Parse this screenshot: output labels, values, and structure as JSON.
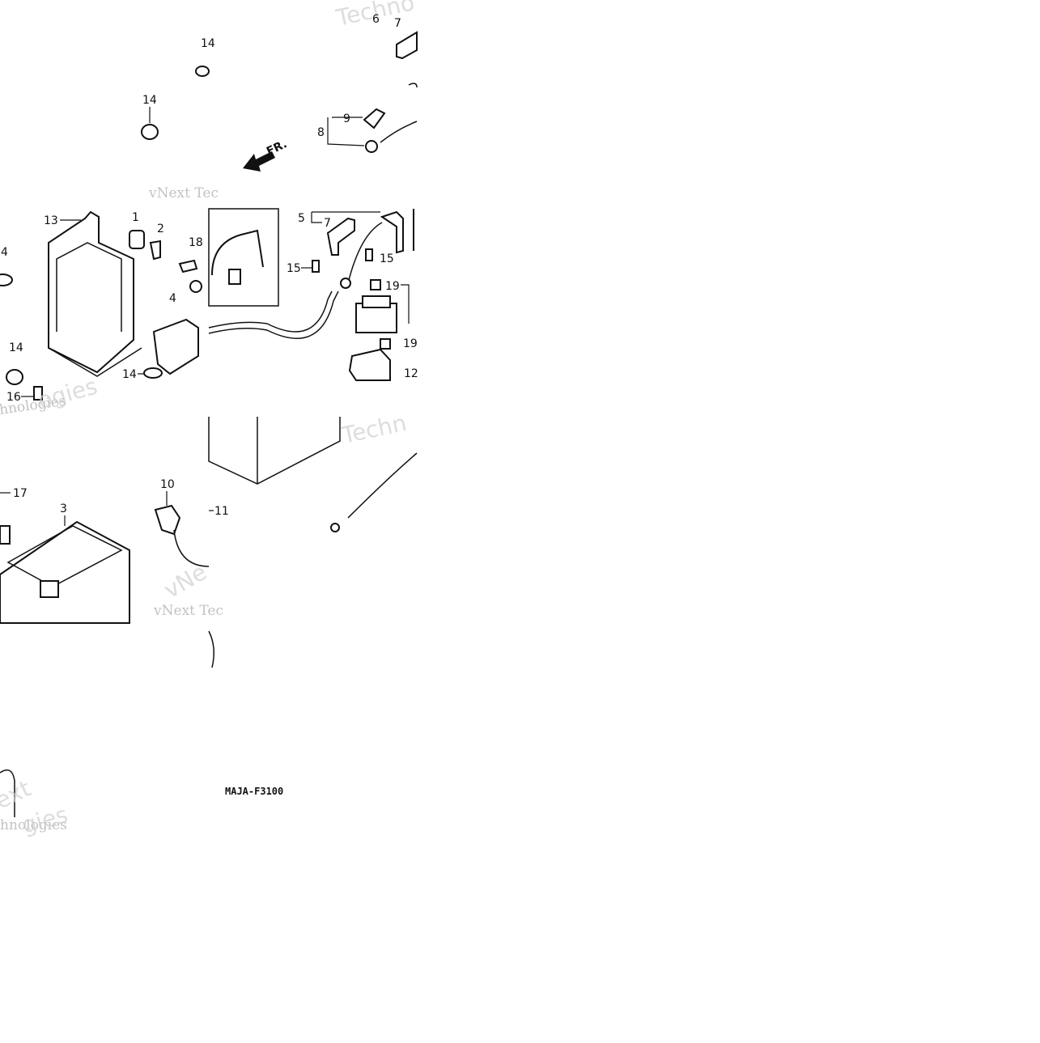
{
  "diagram": {
    "code": "MAJA-F3100",
    "direction_label": "FR.",
    "watermark_lines": [
      "vNext Tec",
      "Techno",
      "hnologies",
      "ogies",
      "Techn",
      "gies",
      "ext",
      "vNe"
    ],
    "callouts": {
      "c1": "1",
      "c2": "2",
      "c3": "3",
      "c4a": "4",
      "c4b": "4",
      "c5": "5",
      "c6": "6",
      "c7a": "7",
      "c7b": "7",
      "c8": "8",
      "c9": "9",
      "c10": "10",
      "c11": "11",
      "c12": "12",
      "c13": "13",
      "c14a": "14",
      "c14b": "14",
      "c14c": "14",
      "c14d": "14",
      "c15a": "15",
      "c15b": "15",
      "c16": "16",
      "c17": "17",
      "c18": "18",
      "c19a": "19",
      "c19b": "19"
    }
  }
}
